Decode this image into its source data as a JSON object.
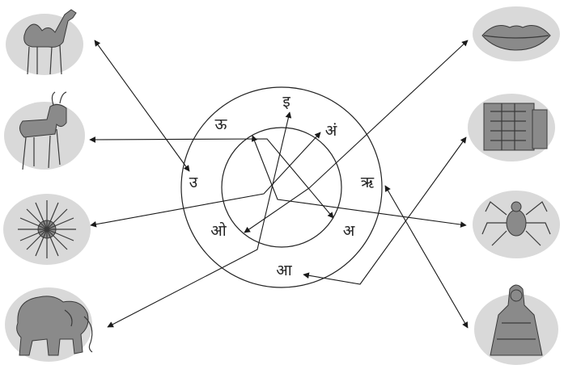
{
  "letters": {
    "i": "इ",
    "uu": "ऊ",
    "am": "अं",
    "u": "उ",
    "ri": "ऋ",
    "o": "ओ",
    "a": "अ",
    "aa": "आ"
  },
  "pictures": [
    {
      "name": "camel",
      "icon": "camel-icon"
    },
    {
      "name": "goat",
      "icon": "goat-icon"
    },
    {
      "name": "sun",
      "icon": "sun-icon"
    },
    {
      "name": "elephant",
      "icon": "elephant-icon"
    },
    {
      "name": "lips",
      "icon": "lips-icon"
    },
    {
      "name": "machine",
      "icon": "machine-icon"
    },
    {
      "name": "spider",
      "icon": "spider-icon"
    },
    {
      "name": "statue",
      "icon": "statue-icon"
    }
  ],
  "colors": {
    "line": "#1a1a1a",
    "picture_gray": "#8a8a8a",
    "picture_background": "#d9d9d9"
  }
}
